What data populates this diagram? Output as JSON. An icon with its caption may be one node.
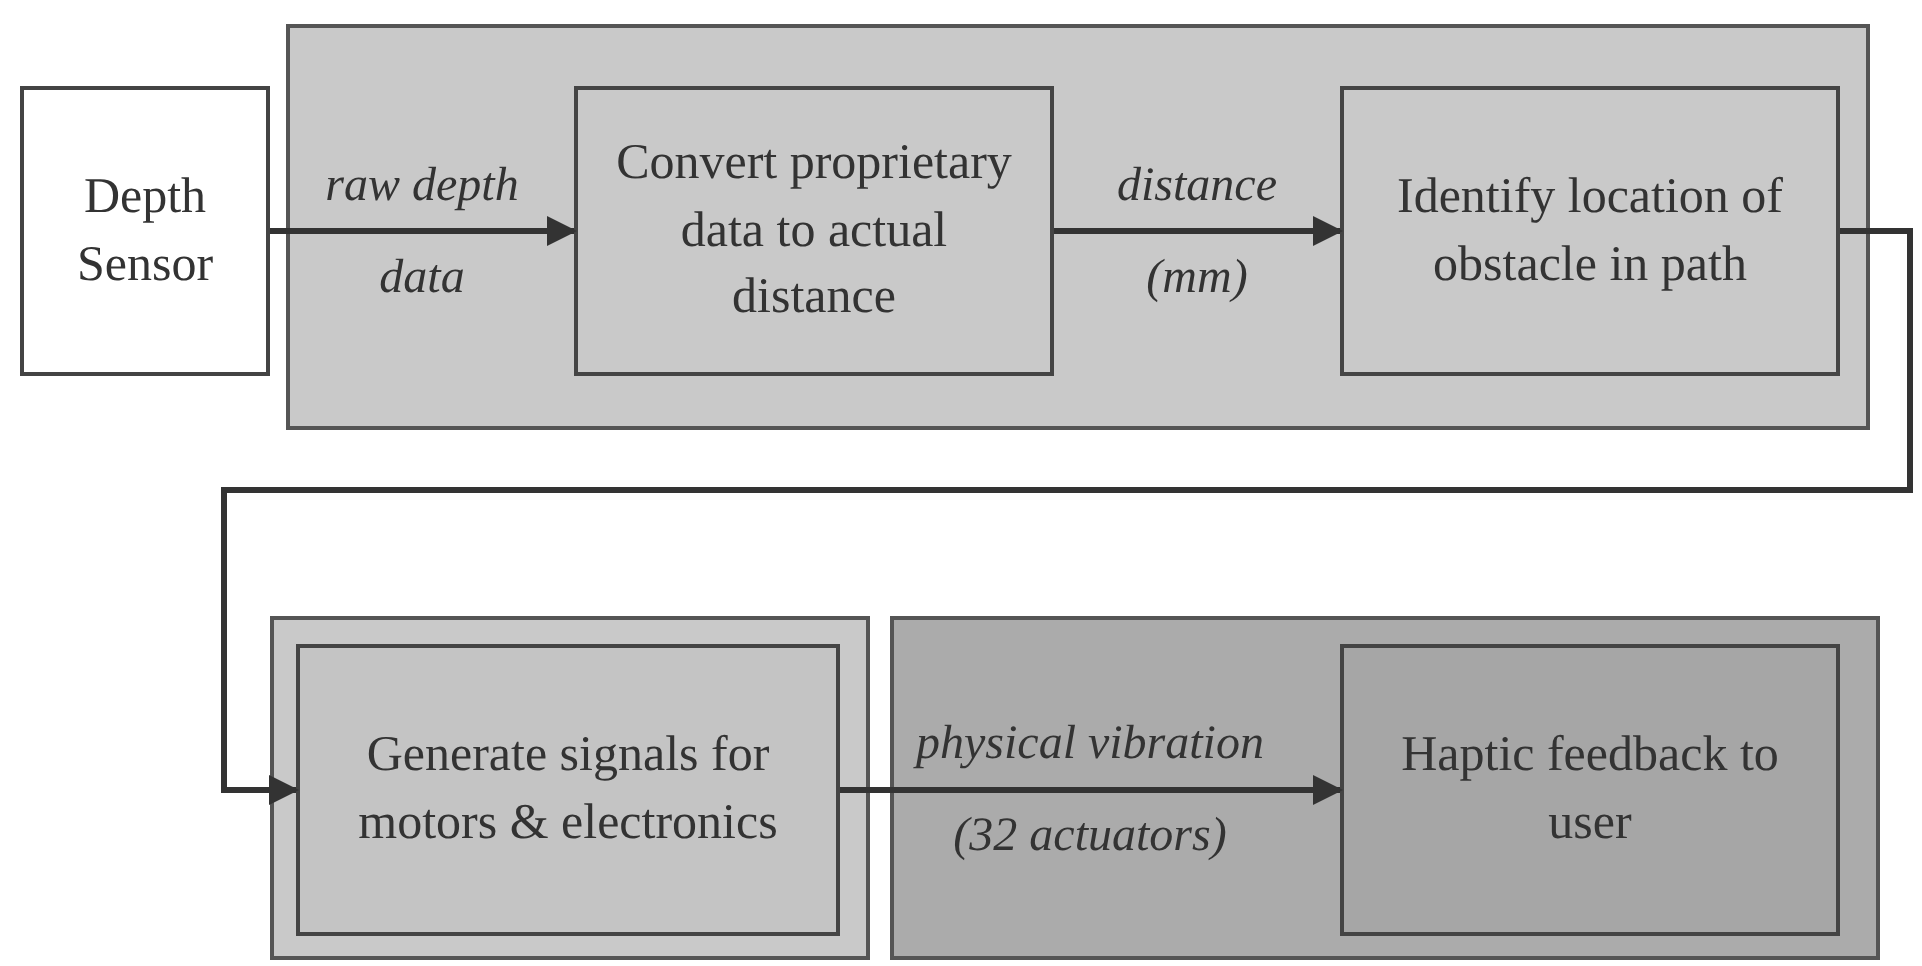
{
  "diagram": {
    "nodes": [
      {
        "text": [],
        "shape": "box"
      },
      {
        "text": [
          "Depth Sensor"
        ]
      },
      {
        "text": [
          "Convert proprietary data to actual distance"
        ],
        "in": 0
      },
      {
        "text": [
          "Identify location of obstacle in path"
        ],
        "in": 0
      },
      {
        "text": [],
        "shape": "box"
      },
      {
        "text": [
          "Generate signals for motors & electronics"
        ],
        "in": 4
      },
      {
        "text": [],
        "shape": "box"
      },
      {
        "text": [
          "Haptic feedback to user"
        ],
        "in": 6
      }
    ],
    "edges": [
      {
        "from": 1,
        "to": 2,
        "arrow": "to",
        "label": "raw depth data"
      },
      {
        "from": 2,
        "to": 3,
        "arrow": "to",
        "label": "distance (mm)"
      },
      {
        "from": 3,
        "to": 5,
        "arrow": "to"
      },
      {
        "from": 5,
        "to": 7,
        "arrow": "to",
        "label": "physical vibration (32 actuators)"
      }
    ]
  }
}
